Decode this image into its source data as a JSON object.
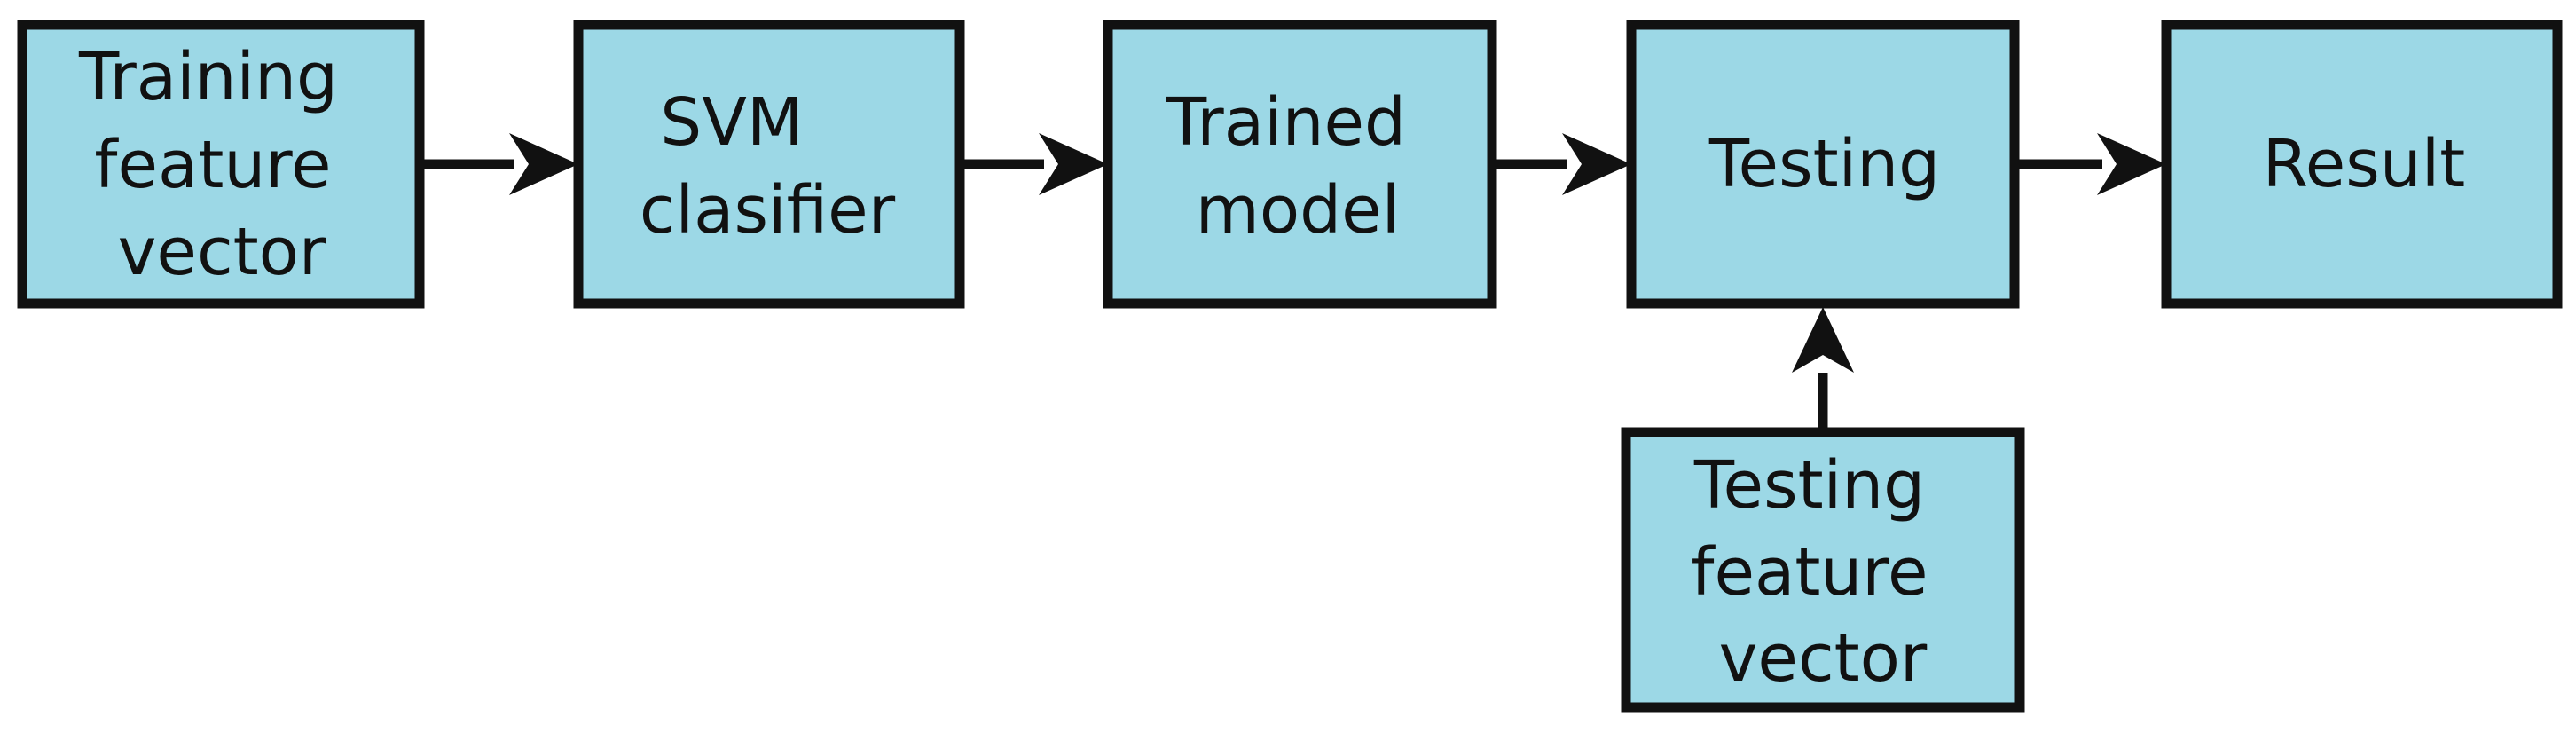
{
  "diagram": {
    "type": "flowchart",
    "colors": {
      "node_fill": "#9cd8e6",
      "border": "#111111",
      "arrow": "#111111",
      "background": "#ffffff"
    },
    "nodes": [
      {
        "id": "training-feature-vector",
        "lines": [
          "Training",
          "feature",
          "vector"
        ]
      },
      {
        "id": "svm-classifier",
        "lines": [
          "SVM",
          "clasifier"
        ]
      },
      {
        "id": "trained-model",
        "lines": [
          "Trained",
          "model"
        ]
      },
      {
        "id": "testing",
        "lines": [
          "Testing"
        ]
      },
      {
        "id": "result",
        "lines": [
          "Result"
        ]
      },
      {
        "id": "testing-feature-vector",
        "lines": [
          "Testing",
          "feature",
          "vector"
        ]
      }
    ],
    "edges": [
      {
        "from": "training-feature-vector",
        "to": "svm-classifier"
      },
      {
        "from": "svm-classifier",
        "to": "trained-model"
      },
      {
        "from": "trained-model",
        "to": "testing"
      },
      {
        "from": "testing",
        "to": "result"
      },
      {
        "from": "testing-feature-vector",
        "to": "testing"
      }
    ]
  }
}
